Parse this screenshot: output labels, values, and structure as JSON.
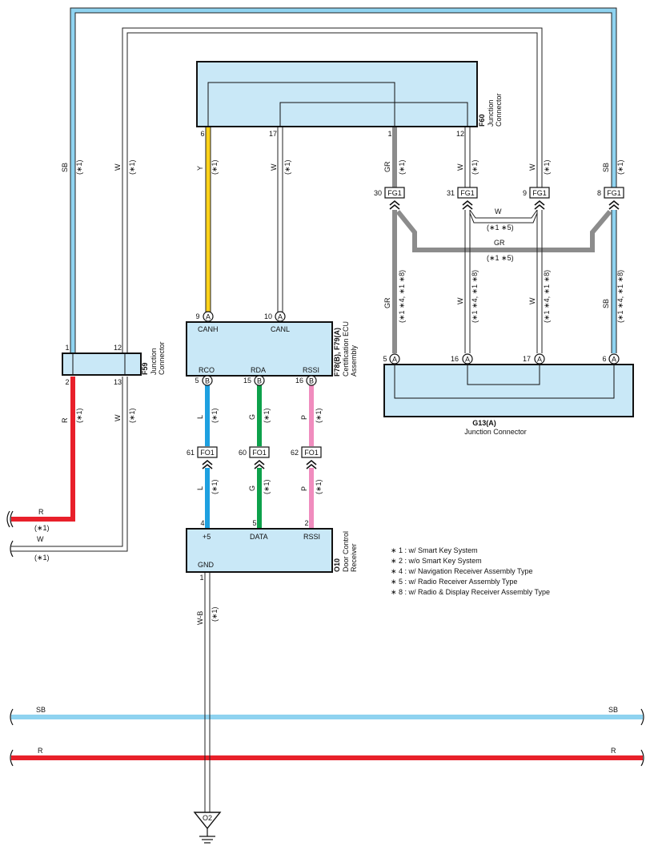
{
  "colors": {
    "SB": "#8fd3f0",
    "W": "#ffffff",
    "Y": "#ffd21a",
    "GR": "#8c8c8c",
    "R": "#e8202a",
    "L": "#1ea0e0",
    "G": "#0da14b",
    "P": "#f08cbe",
    "WB": "#ffffff",
    "box_fill": "#c9e8f7"
  },
  "components": {
    "f60": {
      "code": "F60",
      "name1": "Junction",
      "name2": "Connector",
      "pins": {
        "p6": "6",
        "p17": "17",
        "p1": "1",
        "p12": "12"
      }
    },
    "f59": {
      "code": "F59",
      "name1": "Junction",
      "name2": "Connector",
      "pins": {
        "p1": "1",
        "p12": "12",
        "p2": "2",
        "p13": "13"
      }
    },
    "ecu": {
      "code": "F78(B), F79(A)",
      "name1": "Certification ECU",
      "name2": "Assembly",
      "canh": "CANH",
      "canl": "CANL",
      "rco": "RCO",
      "rda": "RDA",
      "rssi": "RSSI",
      "pin_canh": "9",
      "pin_canl": "10",
      "pin_rco": "5",
      "pin_rda": "15",
      "pin_rssi": "16",
      "conn_a": "A",
      "conn_b": "B"
    },
    "g13": {
      "code": "G13(A)",
      "name": "Junction Connector",
      "pins": {
        "p5": "5",
        "p16": "16",
        "p17": "17",
        "p6": "6"
      },
      "conn": "A"
    },
    "o10": {
      "code": "O10",
      "name1": "Door Control",
      "name2": "Receiver",
      "plus5": "+5",
      "data": "DATA",
      "rssi": "RSSI",
      "gnd": "GND",
      "pin4": "4",
      "pin5": "5",
      "pin2": "2",
      "pin1": "1"
    },
    "ground": {
      "label": "O2"
    }
  },
  "connectors": {
    "fg1": "FG1",
    "fo1": "FO1",
    "fg1_pins": {
      "p30": "30",
      "p31": "31",
      "p9": "9",
      "p8": "8"
    },
    "fo1_pins": {
      "p61": "61",
      "p60": "60",
      "p62": "62"
    }
  },
  "wires": {
    "sb": "SB",
    "w": "W",
    "y": "Y",
    "gr": "GR",
    "r": "R",
    "l": "L",
    "g": "G",
    "p": "P",
    "wb": "W-B",
    "n1": "(∗1)",
    "n15": "(∗1 ∗5)",
    "n148": "(∗1 ∗4, ∗1 ∗8)"
  },
  "notes": [
    "∗ 1 : w/ Smart Key System",
    "∗ 2 : w/o Smart Key System",
    "∗ 4 : w/ Navigation Receiver Assembly Type",
    "∗ 5 : w/ Radio Receiver Assembly Type",
    "∗ 8 : w/ Radio & Display Receiver Assembly Type"
  ]
}
